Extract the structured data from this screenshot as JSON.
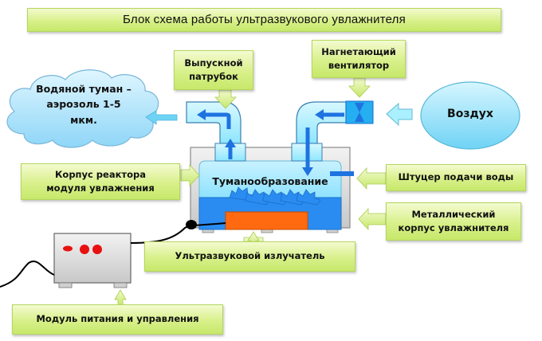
{
  "title": "Блок  схема  работы  ультразвукового  увлажнителя",
  "labels": {
    "outlet_pipe": "Выпускной\nпатрубок",
    "fan": "Нагнетающий\nвентилятор",
    "reactor_body": "Корпус   реактора\nмодуля    увлажнения",
    "water_inlet": "Штуцер  подачи воды",
    "metal_body": "Металлический\nкорпус  увлажнителя",
    "emitter": "Ультразвуковой    излучатель",
    "power_module": "Модуль  питания  и  управления"
  },
  "nodes": {
    "mist_cloud": "Водяной туман –\nаэрозоль 1-5\nмкм.",
    "air": "Воздух",
    "fog_formation": "Туманообразование"
  },
  "colors": {
    "label_green": "#d8f08a",
    "pipe_light_blue": "#9eeaff",
    "arrow_blue": "#1e73e0",
    "water_blue": "#2a8cf0",
    "emitter_orange": "#ff6a10",
    "led_red": "#e81010",
    "housing_gray": "#d6d6d6"
  }
}
